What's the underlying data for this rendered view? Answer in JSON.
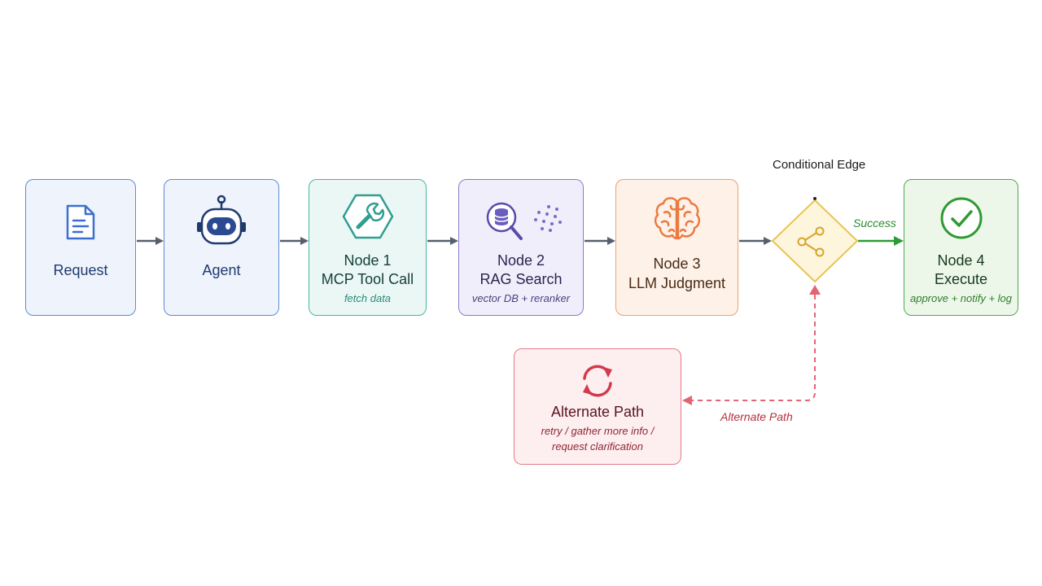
{
  "nodes": {
    "request": {
      "title": "Request",
      "icon": "document-icon"
    },
    "agent": {
      "title": "Agent",
      "icon": "robot-icon"
    },
    "node1": {
      "title_line1": "Node 1",
      "title_line2": "MCP Tool Call",
      "subtitle": "fetch data",
      "icon": "wrench-icon"
    },
    "node2": {
      "title_line1": "Node 2",
      "title_line2": "RAG Search",
      "subtitle": "vector DB + reranker",
      "icon": "database-search-icon"
    },
    "node3": {
      "title_line1": "Node 3",
      "title_line2": "LLM Judgment",
      "icon": "brain-icon"
    },
    "node4": {
      "title_line1": "Node 4",
      "title_line2": "Execute",
      "subtitle": "approve + notify + log",
      "icon": "check-circle-icon"
    },
    "alternate": {
      "title": "Alternate Path",
      "subtitle_line1": "retry / gather more info /",
      "subtitle_line2": "request clarification",
      "icon": "refresh-icon"
    }
  },
  "decision": {
    "label": "Conditional Edge",
    "icon": "branch-icon"
  },
  "edges": {
    "success_label": "Success",
    "alternate_label": "Alternate Path"
  },
  "colors": {
    "blue": "#5f8ad6",
    "teal": "#48b5a5",
    "purple": "#8a79c9",
    "orange": "#f0a068",
    "green": "#4eaa4c",
    "red": "#e27c86",
    "yellow": "#e8c452",
    "arrow_gray": "#555f6e"
  }
}
